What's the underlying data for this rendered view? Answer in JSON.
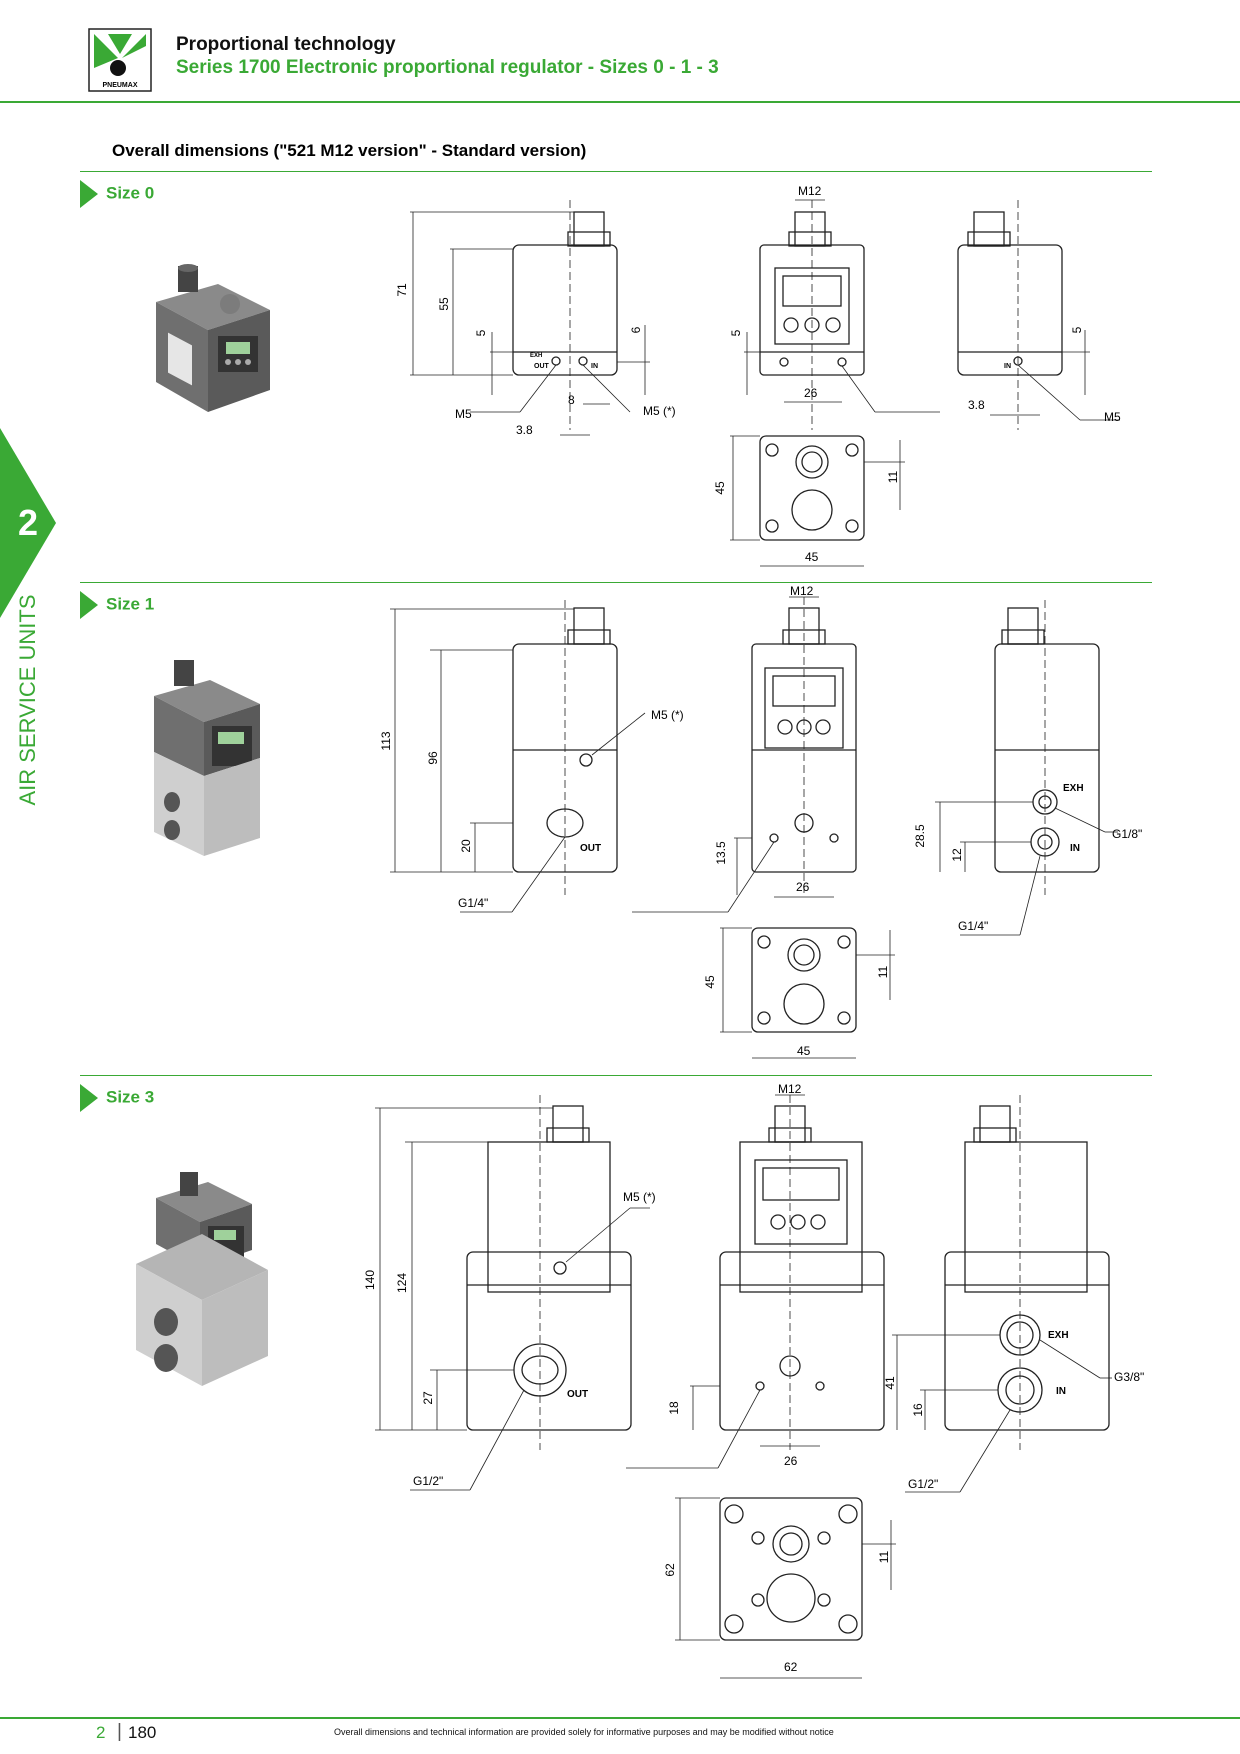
{
  "header": {
    "brand": "PNEUMAX",
    "title": "Proportional technology",
    "subtitle": "Series 1700 Electronic proportional regulator - Sizes 0 - 1 - 3"
  },
  "section_title": "Overall dimensions (\"521 M12 version\" - Standard version)",
  "side_tab": {
    "number": "2",
    "label": "AIR SERVICE UNITS"
  },
  "sizes": [
    {
      "label": "Size 0"
    },
    {
      "label": "Size 1"
    },
    {
      "label": "Size 3"
    }
  ],
  "size0": {
    "h71": "71",
    "h55": "55",
    "h5a": "5",
    "h6": "6",
    "m5l": "M5",
    "m5r": "M5 (*)",
    "w8": "8",
    "w38": "3.8",
    "m12": "M12",
    "h5b": "5",
    "w26": "26",
    "h5c": "5",
    "w38b": "3.8",
    "m5c": "M5",
    "b45h": "45",
    "b11": "11",
    "b45w": "45",
    "port_exh": "EXH",
    "port_out": "OUT",
    "port_in": "IN",
    "port_in2": "IN"
  },
  "size1": {
    "h113": "113",
    "h96": "96",
    "h20": "20",
    "m5": "M5 (*)",
    "g14": "G1/4\"",
    "out": "OUT",
    "m12": "M12",
    "h135": "13.5",
    "w26": "26",
    "h285": "28.5",
    "h12": "12",
    "g18": "G1/8\"",
    "g14b": "G1/4\"",
    "exh": "EXH",
    "in": "IN",
    "b45h": "45",
    "b11": "11",
    "b45w": "45"
  },
  "size3": {
    "h140": "140",
    "h124": "124",
    "h27": "27",
    "m5": "M5 (*)",
    "g12": "G1/2\"",
    "out": "OUT",
    "m12": "M12",
    "h18": "18",
    "w26": "26",
    "h41": "41",
    "h16": "16",
    "g38": "G3/8\"",
    "g12b": "G1/2\"",
    "exh": "EXH",
    "in": "IN",
    "b62h": "62",
    "b11": "11",
    "b62w": "62"
  },
  "footer": {
    "section": "2",
    "page": "180",
    "disclaimer": "Overall dimensions and technical information are provided solely for informative purposes and may be modified without notice"
  }
}
